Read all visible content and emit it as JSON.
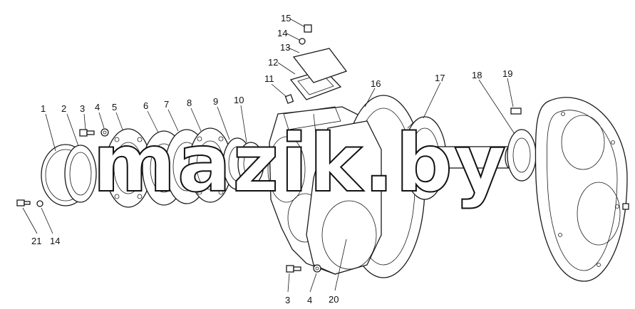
{
  "watermark": "mazik.by",
  "callouts": [
    {
      "id": "c1",
      "text": "1"
    },
    {
      "id": "c2",
      "text": "2"
    },
    {
      "id": "c3",
      "text": "3"
    },
    {
      "id": "c4",
      "text": "4"
    },
    {
      "id": "c5",
      "text": "5"
    },
    {
      "id": "c6",
      "text": "6"
    },
    {
      "id": "c7",
      "text": "7"
    },
    {
      "id": "c8",
      "text": "8"
    },
    {
      "id": "c9",
      "text": "9"
    },
    {
      "id": "c10",
      "text": "10"
    },
    {
      "id": "c11",
      "text": "11"
    },
    {
      "id": "c12",
      "text": "12"
    },
    {
      "id": "c13",
      "text": "13"
    },
    {
      "id": "c14a",
      "text": "14"
    },
    {
      "id": "c15",
      "text": "15"
    },
    {
      "id": "c16",
      "text": "16"
    },
    {
      "id": "c17",
      "text": "17"
    },
    {
      "id": "c18",
      "text": "18"
    },
    {
      "id": "c19",
      "text": "19"
    },
    {
      "id": "c21",
      "text": "21"
    },
    {
      "id": "c14b",
      "text": "14"
    },
    {
      "id": "c3b",
      "text": "3"
    },
    {
      "id": "c4b",
      "text": "4"
    },
    {
      "id": "c20",
      "text": "20"
    }
  ]
}
